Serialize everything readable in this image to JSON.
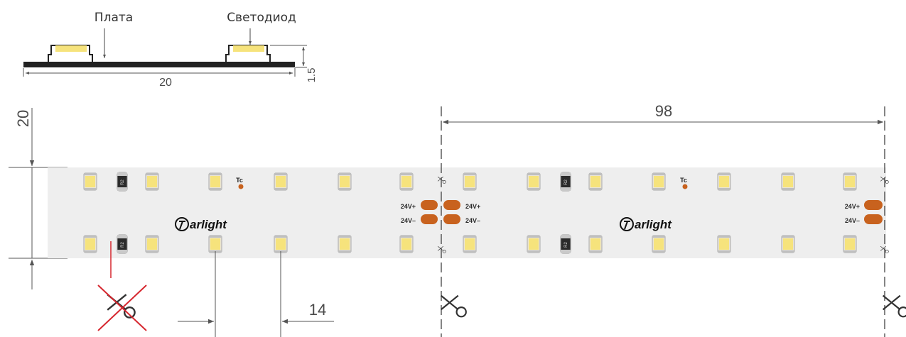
{
  "cross_section": {
    "label_board": "Плата",
    "label_led": "Светодиод",
    "width_value": "20",
    "height_value": "1.5"
  },
  "strip": {
    "height_value": "20",
    "segment_value": "98",
    "pitch_value": "14",
    "brand_text": "arlight",
    "tc_label": "Tc",
    "pad_plus": "24V+",
    "pad_minus": "24V–",
    "resistor_code": "R2"
  },
  "colors": {
    "strip_background": "#eeeeee",
    "led_yellow": "#f5e27a",
    "copper_pad": "#c8621e",
    "forbidden_cut": "#d6262e",
    "dimension_line": "#555555"
  },
  "icons": {
    "cut_mark": "scissors-icon",
    "no_cut_mark": "crossed-scissors-icon",
    "brand_logo": "arlight-logo-icon"
  }
}
